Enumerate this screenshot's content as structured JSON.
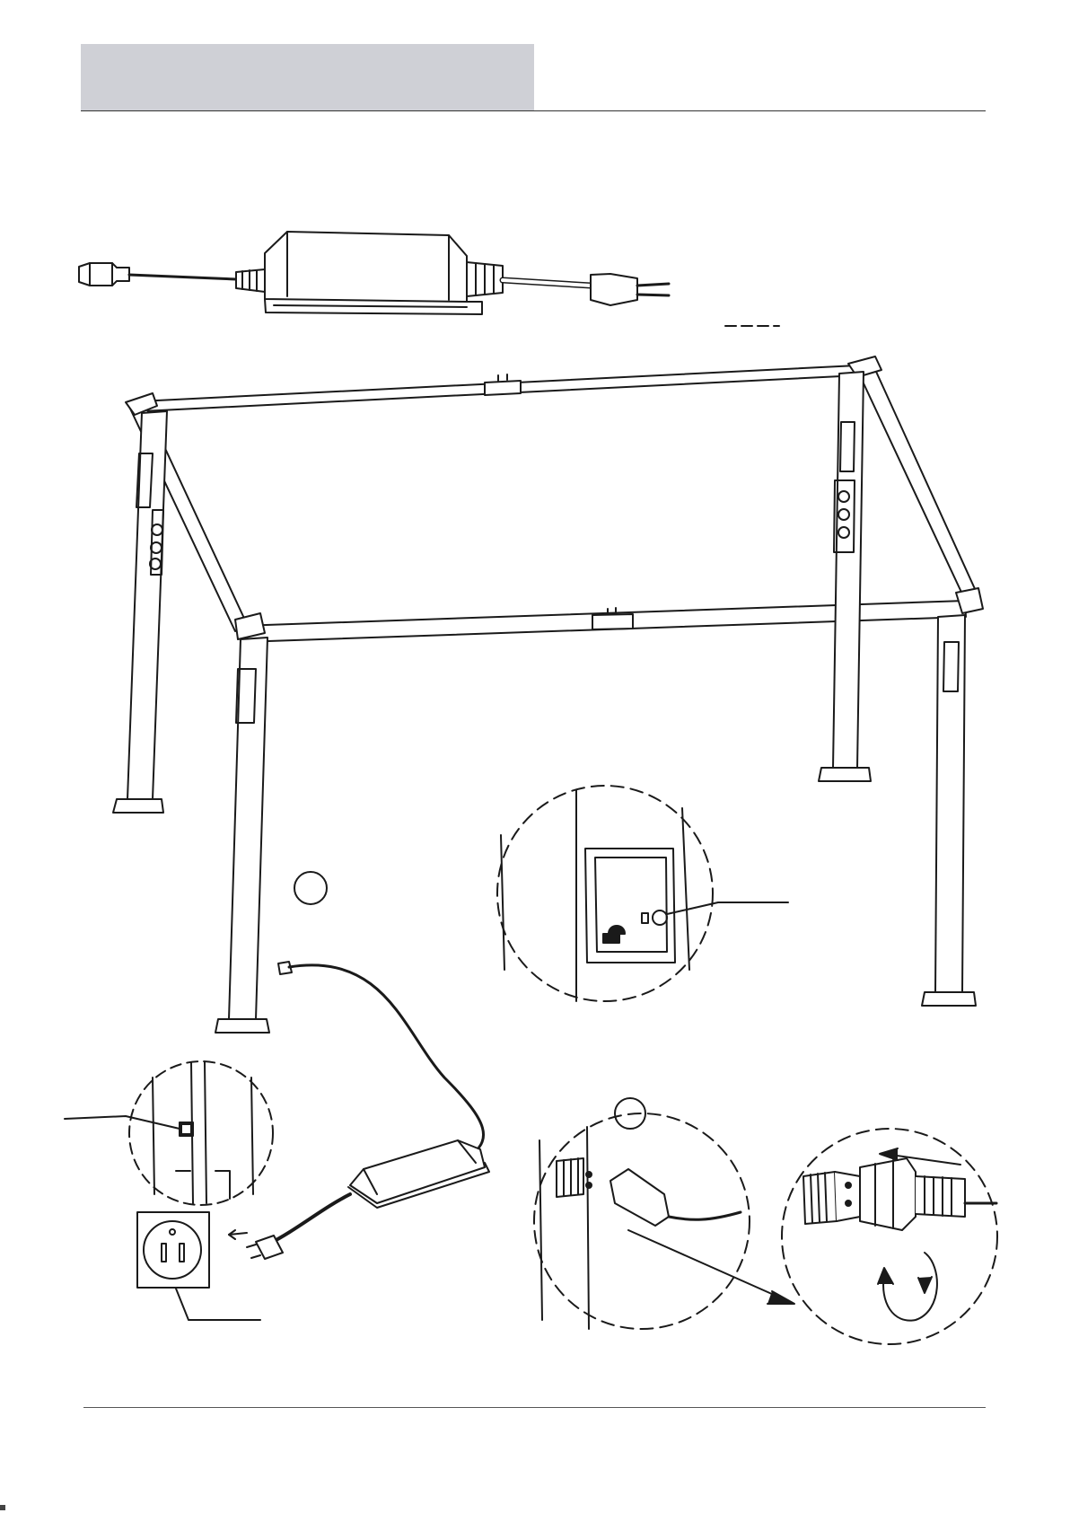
{
  "page": {
    "header_fill_color": "#cfd0d6",
    "line_color": "#1a1a1a"
  },
  "illustration": {
    "items": [
      "power-adapter",
      "gazebo-frame",
      "outlet",
      "power-switch",
      "connector-detail"
    ]
  }
}
